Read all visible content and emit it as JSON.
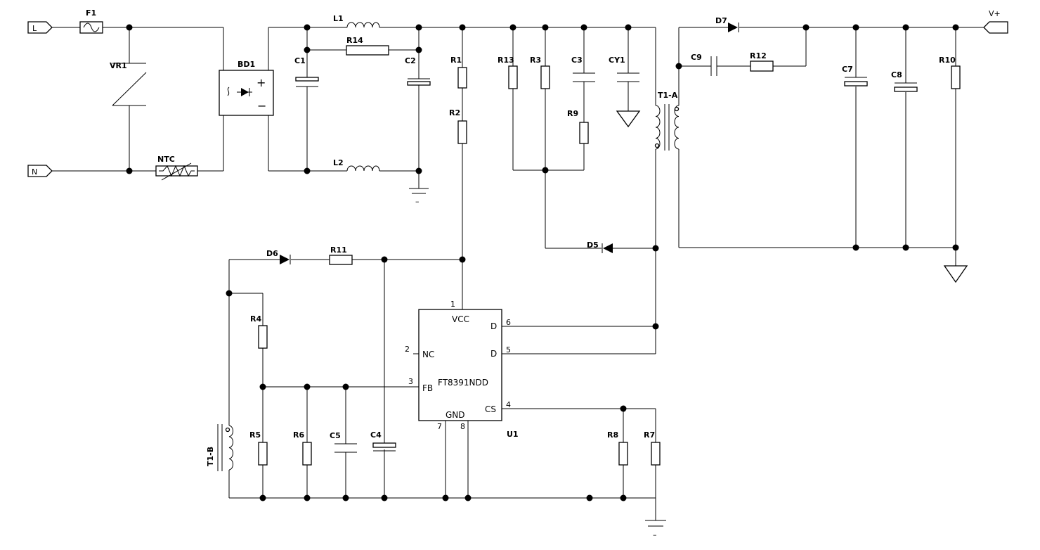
{
  "terminals": {
    "line": "L",
    "neutral": "N",
    "output": "V+"
  },
  "refs": {
    "F1": "F1",
    "VR1": "VR1",
    "NTC": "NTC",
    "BD1": "BD1",
    "L1": "L1",
    "L2": "L2",
    "C1": "C1",
    "C2": "C2",
    "R14": "R14",
    "R1": "R1",
    "R2": "R2",
    "R13": "R13",
    "R3": "R3",
    "C3": "C3",
    "R9": "R9",
    "CY1": "CY1",
    "T1A": "T1-A",
    "T1B": "T1-B",
    "D5": "D5",
    "D6": "D6",
    "D7": "D7",
    "R11": "R11",
    "C9": "C9",
    "R12": "R12",
    "C7": "C7",
    "C8": "C8",
    "R10": "R10",
    "R4": "R4",
    "R5": "R5",
    "R6": "R6",
    "C5": "C5",
    "C4": "C4",
    "R8": "R8",
    "R7": "R7",
    "U1": "U1"
  },
  "ic": {
    "part": "FT8391NDD",
    "pins": {
      "vcc": "VCC",
      "nc": "NC",
      "fb": "FB",
      "gnd": "GND",
      "d6": "D",
      "d5": "D",
      "cs": "CS",
      "n1": "1",
      "n2": "2",
      "n3": "3",
      "n4": "4",
      "n5": "5",
      "n6": "6",
      "n7": "7",
      "n8": "8"
    }
  },
  "bridge": {
    "plus": "+",
    "minus": "−"
  },
  "ground_mark": "–"
}
